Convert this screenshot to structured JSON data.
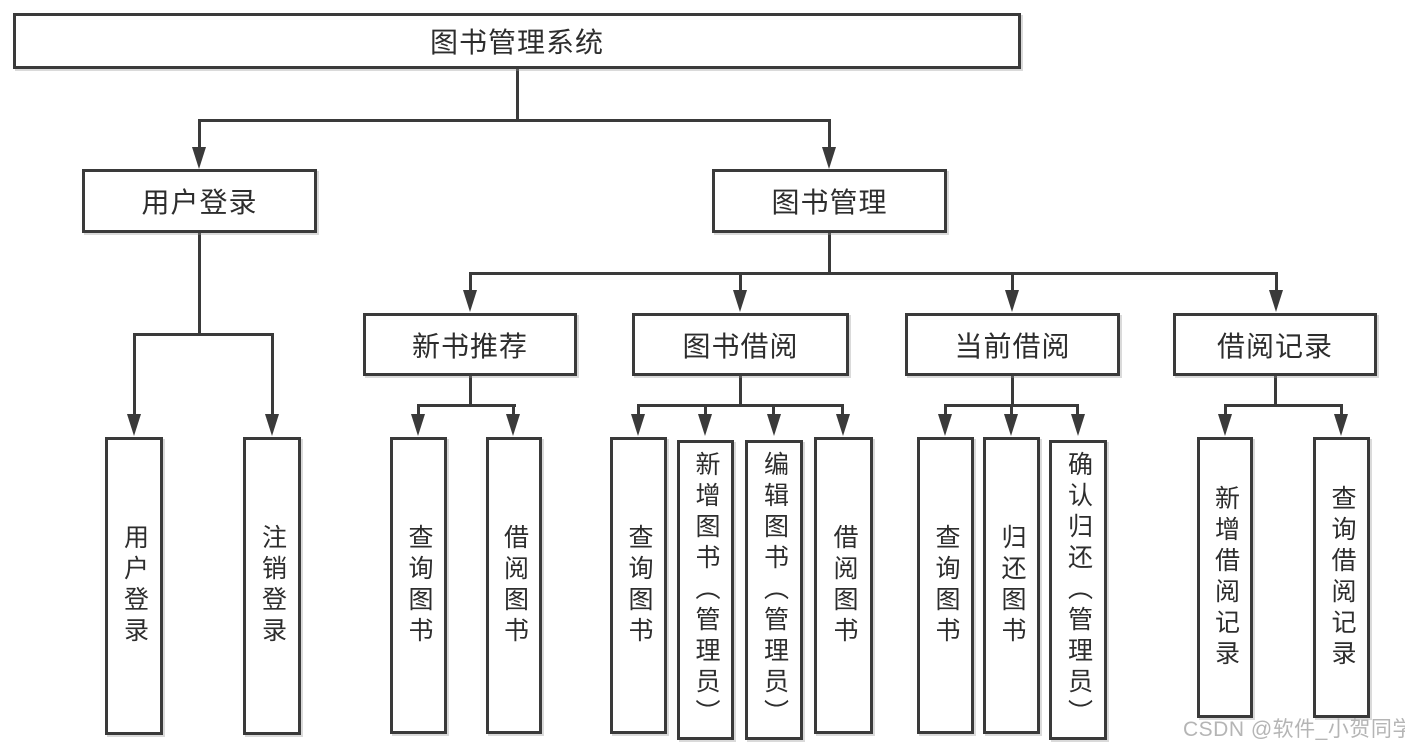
{
  "diagram": {
    "root": {
      "label": "图书管理系统"
    },
    "branches": [
      {
        "label": "用户登录",
        "children": [
          {
            "label": "用户登录"
          },
          {
            "label": "注销登录"
          }
        ]
      },
      {
        "label": "图书管理",
        "children": [
          {
            "label": "新书推荐",
            "children": [
              {
                "label": "查询图书"
              },
              {
                "label": "借阅图书"
              }
            ]
          },
          {
            "label": "图书借阅",
            "children": [
              {
                "label": "查询图书"
              },
              {
                "label": "新增图书（管理员）"
              },
              {
                "label": "编辑图书（管理员）"
              },
              {
                "label": "借阅图书"
              }
            ]
          },
          {
            "label": "当前借阅",
            "children": [
              {
                "label": "查询图书"
              },
              {
                "label": "归还图书"
              },
              {
                "label": "确认归还（管理员）"
              }
            ]
          },
          {
            "label": "借阅记录",
            "children": [
              {
                "label": "新增借阅记录"
              },
              {
                "label": "查询借阅记录"
              }
            ]
          }
        ]
      }
    ]
  },
  "watermark": {
    "text": "CSDN @软件_小贺同学"
  },
  "colors": {
    "line": "#3a3a3a",
    "text": "#2d2d2d",
    "box_background": "#ffffff",
    "watermark": "#b5b5b5",
    "background": "#ffffff"
  }
}
